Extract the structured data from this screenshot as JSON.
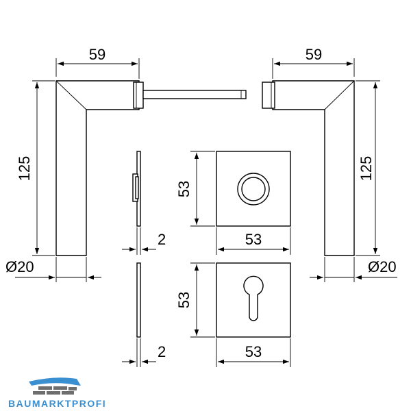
{
  "dimensions": {
    "left_handle_width": "59",
    "right_handle_width": "59",
    "left_handle_height": "125",
    "right_handle_height": "125",
    "left_diameter": "Ø20",
    "right_diameter": "Ø20",
    "rose_height": "53",
    "rose_width": "53",
    "escutcheon_height": "53",
    "escutcheon_width": "53",
    "rose_thickness": "2",
    "escutcheon_thickness": "2"
  },
  "brand": {
    "name": "BAUMARKTPROFI",
    "color_primary": "#3a8fd0",
    "color_secondary": "#6e6e6e"
  }
}
